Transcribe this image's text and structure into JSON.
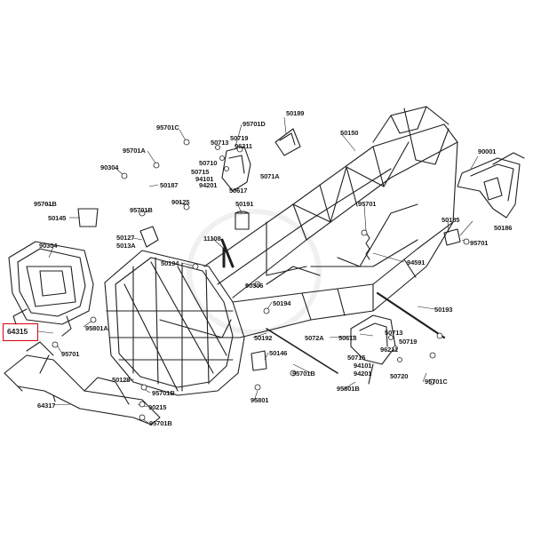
{
  "diagram": {
    "highlighted_part": "64315",
    "highlight_color": "#d9000d",
    "line_color": "#1f1f1f",
    "part_labels": [
      {
        "id": "50189"
      },
      {
        "id": "95701C"
      },
      {
        "id": "95701D"
      },
      {
        "id": "50713"
      },
      {
        "id": "50719"
      },
      {
        "id": "96211"
      },
      {
        "id": "50710"
      },
      {
        "id": "50715"
      },
      {
        "id": "94101"
      },
      {
        "id": "94201"
      },
      {
        "id": "50617"
      },
      {
        "id": "5071A"
      },
      {
        "id": "50150"
      },
      {
        "id": "95701A"
      },
      {
        "id": "90304"
      },
      {
        "id": "50187"
      },
      {
        "id": "90001"
      },
      {
        "id": "95701B"
      },
      {
        "id": "95701B"
      },
      {
        "id": "90125"
      },
      {
        "id": "50191"
      },
      {
        "id": "50145"
      },
      {
        "id": "95701"
      },
      {
        "id": "50185"
      },
      {
        "id": "95701"
      },
      {
        "id": "50186"
      },
      {
        "id": "90304"
      },
      {
        "id": "50127"
      },
      {
        "id": "5013A"
      },
      {
        "id": "11108"
      },
      {
        "id": "94591"
      },
      {
        "id": "50194"
      },
      {
        "id": "90306"
      },
      {
        "id": "50194"
      },
      {
        "id": "50193"
      },
      {
        "id": "64315"
      },
      {
        "id": "95801A"
      },
      {
        "id": "50192"
      },
      {
        "id": "5072A"
      },
      {
        "id": "50618"
      },
      {
        "id": "50713"
      },
      {
        "id": "96211"
      },
      {
        "id": "50719"
      },
      {
        "id": "95701"
      },
      {
        "id": "50146"
      },
      {
        "id": "50715"
      },
      {
        "id": "94101"
      },
      {
        "id": "94201"
      },
      {
        "id": "50720"
      },
      {
        "id": "95701B"
      },
      {
        "id": "50128"
      },
      {
        "id": "95701B"
      },
      {
        "id": "95801B"
      },
      {
        "id": "95701C"
      },
      {
        "id": "95801"
      },
      {
        "id": "64317"
      },
      {
        "id": "90215"
      },
      {
        "id": "95701B"
      }
    ]
  }
}
